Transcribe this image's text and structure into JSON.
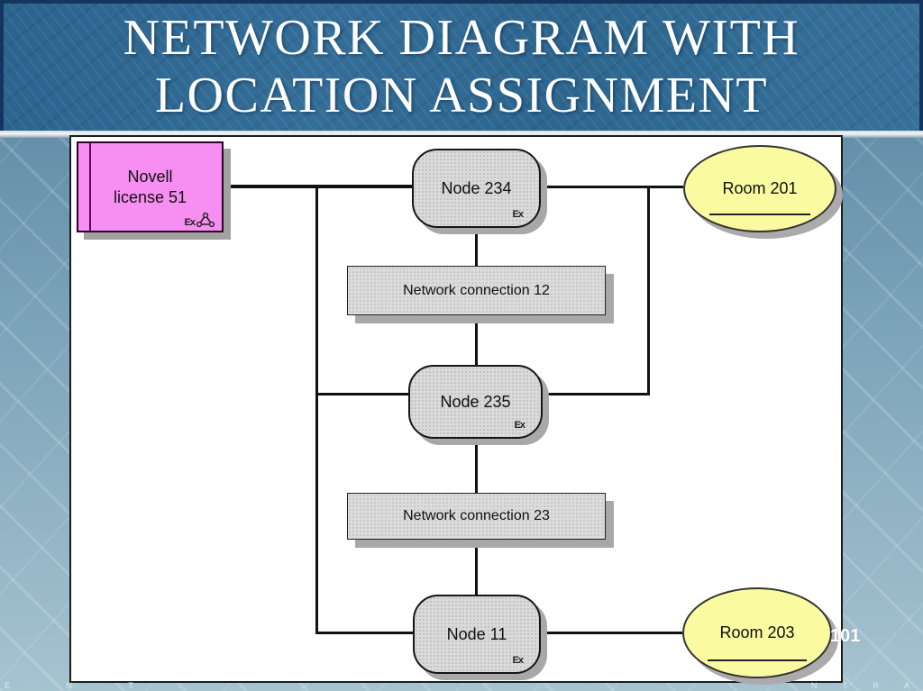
{
  "slide": {
    "title": {
      "line1": "NETWORK DIAGRAM WITH",
      "line2": "LOCATION ASSIGNMENT"
    },
    "page_number": "101",
    "watermark_left": "E N T",
    "watermark_right": "N T R A"
  },
  "diagram": {
    "novell": {
      "line1": "Novell",
      "line2": "license 51",
      "marker": "Ex"
    },
    "node234": {
      "label": "Node 234",
      "marker": "Ex"
    },
    "room201": {
      "label": "Room 201"
    },
    "nc12": {
      "label": "Network connection 12"
    },
    "node235": {
      "label": "Node 235",
      "marker": "Ex"
    },
    "nc23": {
      "label": "Network connection 23"
    },
    "node11": {
      "label": "Node 11",
      "marker": "Ex"
    },
    "room203": {
      "label": "Room 203"
    }
  },
  "colors": {
    "banner_blue": "#2e688f",
    "banner_border_navy": "#16355e",
    "application_pink": "#f78ef2",
    "node_gray": "#dadada",
    "connection_gray": "#dcdcdc",
    "room_yellow": "#fafaa0",
    "panel_white": "#ffffff",
    "line_black": "#111111",
    "shadow_gray": "#a8a8a8"
  }
}
